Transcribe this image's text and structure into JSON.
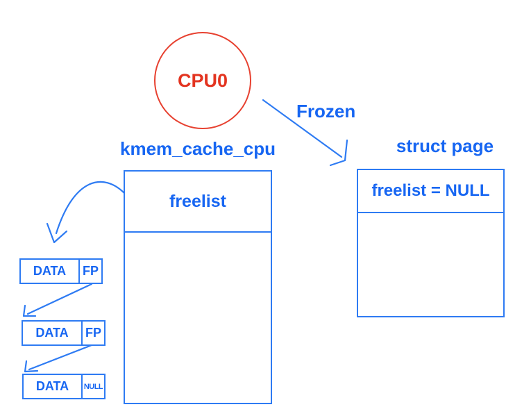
{
  "colors": {
    "red_accent": "#e74130",
    "blue_text": "#1766f2",
    "blue_line": "#2e7bf3"
  },
  "diagram": {
    "cpu": {
      "label": "CPU0"
    },
    "frozen_label": "Frozen",
    "kmem_cache_cpu": {
      "title": "kmem_cache_cpu",
      "field": "freelist"
    },
    "struct_page": {
      "title": "struct page",
      "field": "freelist = NULL"
    },
    "free_objects": [
      {
        "data": "DATA",
        "pointer": "FP"
      },
      {
        "data": "DATA",
        "pointer": "FP"
      },
      {
        "data": "DATA",
        "pointer": "NULL"
      }
    ]
  }
}
